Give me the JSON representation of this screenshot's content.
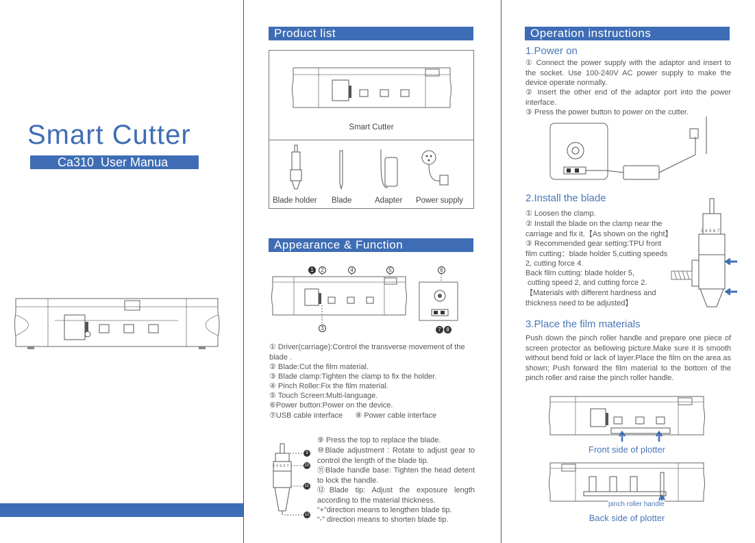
{
  "cover": {
    "title": "Smart Cutter",
    "subtitle": "Ca310  User Manua"
  },
  "product_list": {
    "heading": "Product list",
    "main_caption": "Smart Cutter",
    "items": [
      "Blade holder",
      "Blade",
      "Adapter",
      "Power supply"
    ]
  },
  "appearance": {
    "heading": "Appearance & Function",
    "callouts": [
      "1",
      "2",
      "3",
      "4",
      "5",
      "6",
      "7",
      "8"
    ],
    "functions": [
      "① Driver(carriage):Control the transverse movement of the blade .",
      "② Blade:Cut the film material.",
      "③ Blade clamp:Tighten the clamp to fix the holder.",
      "④ Pinch Roller:Fix the film material.",
      "⑤ Touch Screen:Multi-language.",
      "⑥Power button:Power on the device.",
      "⑦USB cable interface      ⑧ Power cable interface"
    ],
    "blade_callouts": [
      "9",
      "10",
      "11",
      "12"
    ],
    "blade_scale": "3 4 5 6 7",
    "blade_notes": [
      "⑨ Press the top to replace the blade.",
      "⑩Blade adjustment : Rotate to adjust gear to control the length of the blade tip.",
      "⑪Blade handle base: Tighten the head detent to lock the handle.",
      "⑫Blade tip: Adjust the exposure length according to the material thickness.",
      "“+”direction means to lengthen blade tip.",
      "“-” direction means to shorten blade tip."
    ]
  },
  "operation": {
    "heading": "Operation instructions",
    "power_on": {
      "title": "1.Power on",
      "steps": [
        "① Connect the power supply with the adaptor and insert to the socket. Use 100-240V AC power supply to make the device operate normally.",
        "② Insert the other end of the adaptor port into the power interface.",
        "③ Press the power button to power on the cutter."
      ]
    },
    "install_blade": {
      "title": "2.Install the blade",
      "text": [
        "① Loosen the clamp.",
        "② Install the blade on the clamp near the carriage and fix it.【As shown on the right】",
        "③ Recommended gear setting:TPU front film cutting：blade  holder 5,cutting speeds 2, cutting force 4.",
        "Back film cutting: blade holder 5,",
        " cutting speed 2, and cutting force 2.",
        "【Materials with different hardness and thickness need to be adjusted】"
      ],
      "scale": "3 4 5 6 7"
    },
    "place_film": {
      "title": "3.Place the film materials",
      "text": "Push down the pinch roller handle and prepare one piece of screen protector as bellowing picture.Make sure it is smooth without bend fold or lack of layer.Place the film on the area as shown; Push forward the film material to the bottom of the pinch roller and raise the pinch roller handle.",
      "front_caption": "Front side of plotter",
      "back_caption": "Back side of plotter",
      "handle_label": "pinch roller handle"
    }
  },
  "colors": {
    "accent": "#3e6db5",
    "text": "#4a4a4a"
  }
}
